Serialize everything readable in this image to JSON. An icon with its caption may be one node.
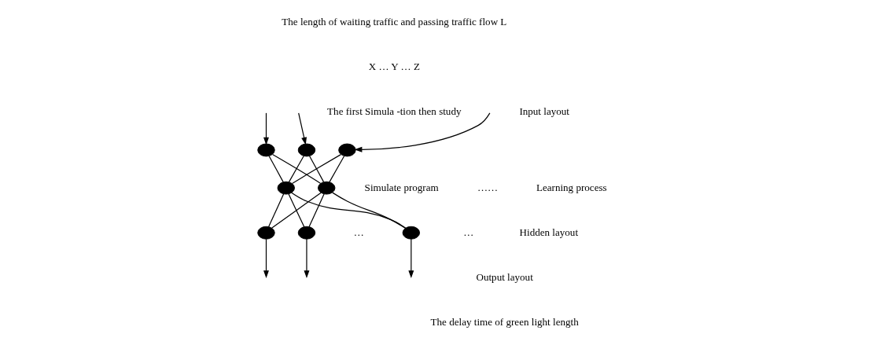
{
  "diagram": {
    "nodes": [
      {
        "text": [],
        "shape": "circle"
      },
      {
        "text": [],
        "shape": "circle"
      },
      {
        "text": [],
        "shape": "circle"
      },
      {
        "text": [],
        "shape": "circle"
      },
      {
        "text": [],
        "shape": "circle"
      },
      {
        "text": [],
        "shape": "circle"
      },
      {
        "text": [],
        "shape": "circle"
      },
      {
        "text": [],
        "shape": "circle"
      }
    ],
    "edges": [
      {
        "from": null,
        "to": 0,
        "arrow": "to"
      },
      {
        "from": null,
        "to": 1,
        "arrow": "to"
      },
      {
        "from": null,
        "to": 2,
        "arrow": "to"
      },
      {
        "from": 0,
        "to": 3,
        "arrow": "none"
      },
      {
        "from": 0,
        "to": 4,
        "arrow": "none"
      },
      {
        "from": 1,
        "to": 3,
        "arrow": "none"
      },
      {
        "from": 1,
        "to": 4,
        "arrow": "none"
      },
      {
        "from": 2,
        "to": 3,
        "arrow": "none"
      },
      {
        "from": 2,
        "to": 4,
        "arrow": "none"
      },
      {
        "from": 3,
        "to": 5,
        "arrow": "none"
      },
      {
        "from": 3,
        "to": 6,
        "arrow": "none"
      },
      {
        "from": 3,
        "to": 7,
        "arrow": "none"
      },
      {
        "from": 4,
        "to": 5,
        "arrow": "none"
      },
      {
        "from": 4,
        "to": 6,
        "arrow": "none"
      },
      {
        "from": 4,
        "to": 7,
        "arrow": "none"
      },
      {
        "from": 5,
        "to": null,
        "arrow": "to"
      },
      {
        "from": 6,
        "to": null,
        "arrow": "to"
      },
      {
        "from": 7,
        "to": null,
        "arrow": "to"
      }
    ],
    "labels": [
      "The length of waiting traffic and passing traffic flow L",
      "X … Y … Z",
      "Input layout",
      "The first Simula -tion then study",
      "Simulate program",
      "Learning process",
      "……",
      "Hidden layout",
      "…",
      "…",
      "Output layout",
      "The delay time of green light length"
    ]
  }
}
